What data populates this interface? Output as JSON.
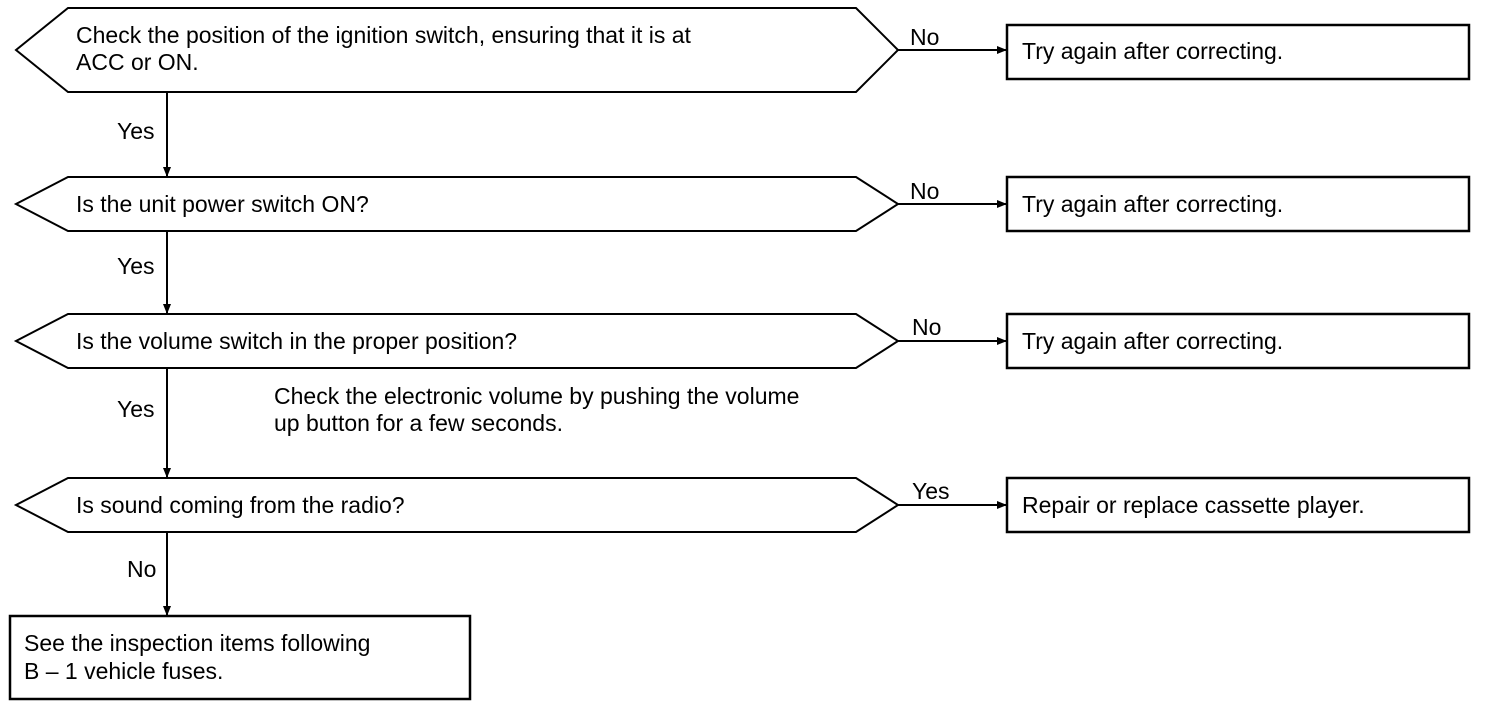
{
  "decisions": [
    {
      "line1": "Check the position of the ignition switch, ensuring that it is at",
      "line2": "ACC or ON."
    },
    {
      "line1": "Is the unit power switch ON?"
    },
    {
      "line1": "Is the volume switch in the proper position?"
    },
    {
      "line1": "Is sound coming from the radio?"
    }
  ],
  "actions": [
    {
      "text": "Try again after correcting."
    },
    {
      "text": "Try again after correcting."
    },
    {
      "text": "Try again after correcting."
    },
    {
      "text": "Repair or replace cassette player."
    }
  ],
  "branches": {
    "right": [
      "No",
      "No",
      "No",
      "Yes"
    ],
    "down": [
      "Yes",
      "Yes",
      "Yes",
      "No"
    ]
  },
  "note": {
    "line1": "Check the electronic volume by pushing the volume",
    "line2": "up button for a few seconds."
  },
  "final": {
    "line1": "See the inspection items following",
    "line2": "B – 1 vehicle fuses."
  }
}
